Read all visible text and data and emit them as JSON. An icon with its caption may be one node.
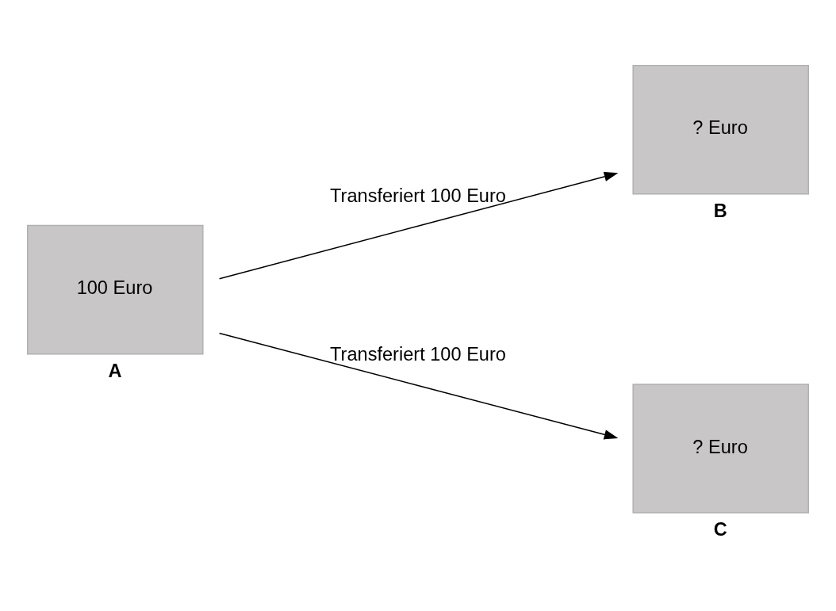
{
  "diagram": {
    "nodes": [
      {
        "text": [
          "100 Euro"
        ],
        "beside": [
          "A"
        ]
      },
      {
        "text": [
          "? Euro"
        ],
        "beside": [
          "B"
        ]
      },
      {
        "text": [
          "? Euro"
        ],
        "beside": [
          "C"
        ]
      }
    ],
    "edges": [
      {
        "from": 0,
        "to": 1,
        "arrow": "to",
        "label": "Transferiert 100 Euro"
      },
      {
        "from": 0,
        "to": 2,
        "arrow": "to",
        "label": "Transferiert 100 Euro"
      }
    ]
  }
}
